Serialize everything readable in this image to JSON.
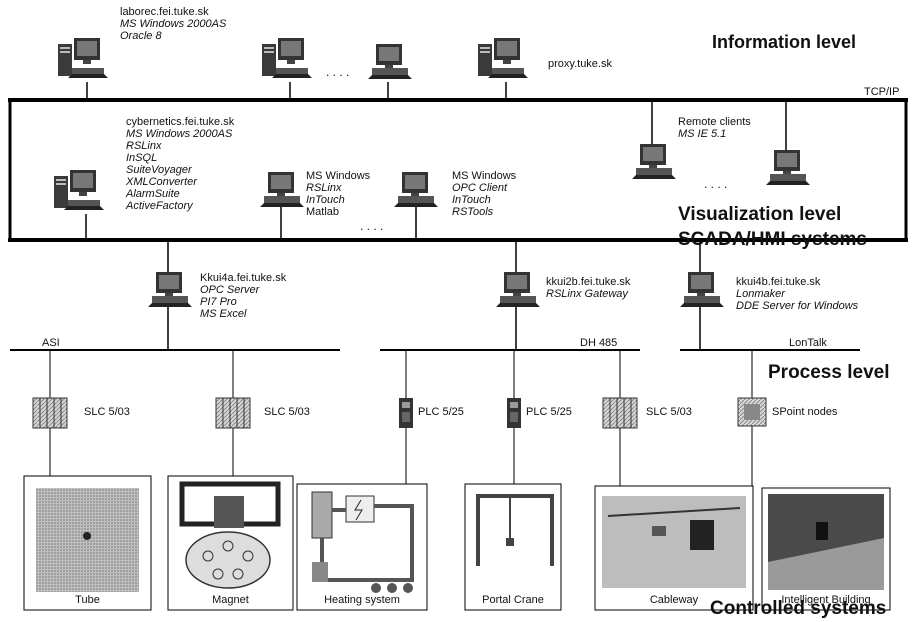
{
  "levels": {
    "information": "Information level",
    "visualization": "Visualization level",
    "scada": "SCADA/HMI systems",
    "process": "Process level",
    "controlled": "Controlled systems"
  },
  "networks": {
    "tcpip": "TCP/IP",
    "asi": "ASI",
    "dh485": "DH 485",
    "lontalk": "LonTalk"
  },
  "ellipsis": ". . . .",
  "info_hosts": {
    "laborec": {
      "name": "laborec.fei.tuke.sk",
      "line1": "MS Windows 2000AS",
      "line2": "Oracle 8"
    },
    "proxy": {
      "name": "proxy.tuke.sk"
    }
  },
  "visual_hosts": {
    "cybernetics": {
      "name": "cybernetics.fei.tuke.sk",
      "line1": "MS Windows 2000AS",
      "line2": "RSLinx",
      "line3": "InSQL",
      "line4": "SuiteVoyager",
      "line5": "XMLConverter",
      "line6": "AlarmSuite",
      "line7": "ActiveFactory"
    },
    "ms1": {
      "name": "MS Windows",
      "line1": "RSLinx",
      "line2": "InTouch",
      "line3": "Matlab"
    },
    "ms2": {
      "name": "MS Windows",
      "line1": "OPC Client",
      "line2": "InTouch",
      "line3": "RSTools"
    },
    "remote": {
      "name": "Remote clients",
      "line1": "MS IE 5.1"
    }
  },
  "process_hosts": {
    "kkui4a": {
      "name": "Kkui4a.fei.tuke.sk",
      "line1": "OPC Server",
      "line2": "PI7 Pro",
      "line3": "MS Excel"
    },
    "kkui2b": {
      "name": "kkui2b.fei.tuke.sk",
      "line1": "RSLinx Gateway"
    },
    "kkui4b": {
      "name": "kkui4b.fei.tuke.sk",
      "line1": "Lonmaker",
      "line2": "DDE Server for Windows"
    }
  },
  "controllers": {
    "slc1": "SLC 5/03",
    "slc2": "SLC 5/03",
    "plc1": "PLC 5/25",
    "plc2": "PLC 5/25",
    "slc3": "SLC 5/03",
    "spoint": "SPoint nodes"
  },
  "systems": {
    "tube": "Tube",
    "magnet": "Magnet",
    "heating": "Heating system",
    "crane": "Portal Crane",
    "cableway": "Cableway",
    "building": "Intelligent Building"
  }
}
